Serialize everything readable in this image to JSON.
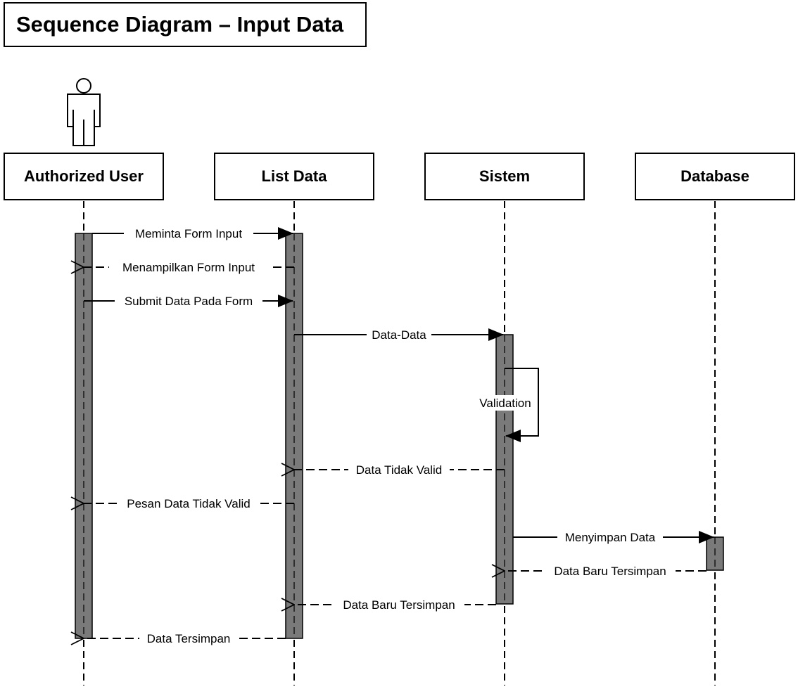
{
  "title": "Sequence Diagram – Input Data",
  "lifelines": [
    {
      "label": "Authorized User"
    },
    {
      "label": "List Data"
    },
    {
      "label": "Sistem"
    },
    {
      "label": "Database"
    }
  ],
  "messages": [
    {
      "label": "Meminta Form Input",
      "from": "Authorized User",
      "to": "List Data",
      "kind": "synchronous"
    },
    {
      "label": "Menampilkan Form Input",
      "from": "List Data",
      "to": "Authorized User",
      "kind": "return"
    },
    {
      "label": "Submit Data Pada Form",
      "from": "Authorized User",
      "to": "List Data",
      "kind": "synchronous"
    },
    {
      "label": "Data-Data",
      "from": "List Data",
      "to": "Sistem",
      "kind": "synchronous"
    },
    {
      "label": "Validation",
      "from": "Sistem",
      "to": "Sistem",
      "kind": "self"
    },
    {
      "label": "Data Tidak Valid",
      "from": "Sistem",
      "to": "List Data",
      "kind": "return"
    },
    {
      "label": "Pesan Data Tidak Valid",
      "from": "List Data",
      "to": "Authorized User",
      "kind": "return"
    },
    {
      "label": "Menyimpan Data",
      "from": "Sistem",
      "to": "Database",
      "kind": "synchronous"
    },
    {
      "label": "Data Baru Tersimpan",
      "from": "Database",
      "to": "Sistem",
      "kind": "return"
    },
    {
      "label": "Data Baru Tersimpan",
      "from": "Sistem",
      "to": "List Data",
      "kind": "return"
    },
    {
      "label": "Data Tersimpan",
      "from": "List Data",
      "to": "Authorized User",
      "kind": "return"
    }
  ],
  "colors": {
    "activation_fill": "#7a7a7a",
    "stroke": "#000000",
    "background": "#ffffff"
  },
  "icons": {
    "actor": "actor-stick-figure-icon"
  }
}
